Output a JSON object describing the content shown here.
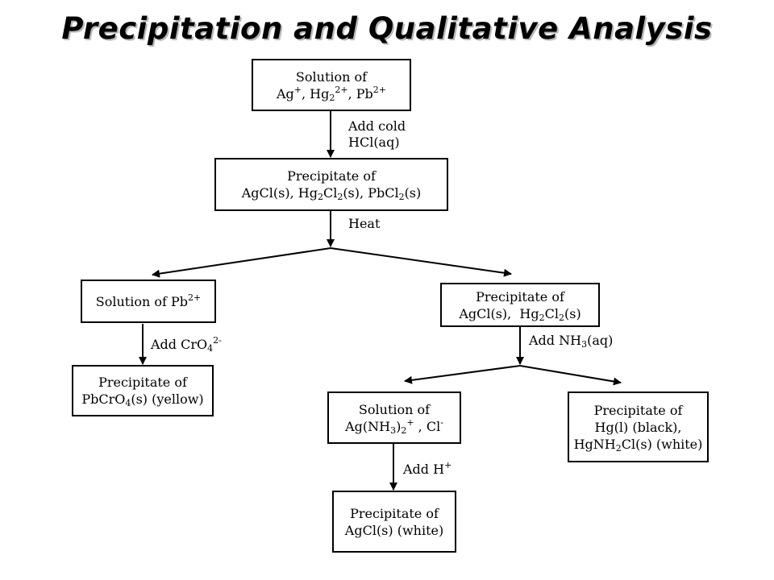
{
  "title": "Precipitation and Qualitative Analysis",
  "nodes": {
    "start": {
      "line1": "Solution of",
      "ag": "Ag",
      "ag_charge": "+",
      "hg": "Hg",
      "hg_sub": "2",
      "hg_charge": "2+",
      "pb": "Pb",
      "pb_charge": "2+"
    },
    "chlorides": {
      "line1": "Precipitate of",
      "agcl": "AgCl(s), ",
      "hg": "Hg",
      "hg_sub": "2",
      "cl": "Cl",
      "cl_sub": "2",
      "s": "(s), ",
      "pb": "PbCl",
      "pb_sub": "2",
      "s2": "(s)"
    },
    "pb_solution": {
      "text": "Solution of Pb",
      "charge": "2+"
    },
    "ag_hg_precip": {
      "line1": "Precipitate of",
      "agcl": "AgCl(s),  ",
      "hg": "Hg",
      "hg_sub": "2",
      "cl": "Cl",
      "cl_sub": "2",
      "s": "(s)"
    },
    "pbcro4": {
      "line1": "Precipitate of",
      "pb": "PbCrO",
      "sub": "4",
      "rest": "(s) (yellow)"
    },
    "ag_complex": {
      "line1": "Solution of",
      "ag": "Ag(NH",
      "sub": "3",
      "close": ")",
      "sub2": "2",
      "charge": "+",
      "cl": " , Cl",
      "cl_charge": "-"
    },
    "hg_precip": {
      "line1": "Precipitate of",
      "line2": "Hg(l) (black),",
      "hg": "HgNH",
      "sub": "2",
      "rest": "Cl(s) (white)"
    },
    "agcl_white": {
      "line1": "Precipitate of",
      "line2": "AgCl(s) (white)"
    }
  },
  "edges": {
    "add_cold": {
      "line1": "Add cold",
      "line2": "HCl(aq)"
    },
    "heat": {
      "text": "Heat"
    },
    "add_cro4": {
      "text": "Add CrO",
      "sub": "4",
      "charge": "2-"
    },
    "add_nh3": {
      "text": "Add NH",
      "sub": "3",
      "rest": "(aq)"
    },
    "add_h": {
      "text": "Add H",
      "charge": "+"
    }
  }
}
